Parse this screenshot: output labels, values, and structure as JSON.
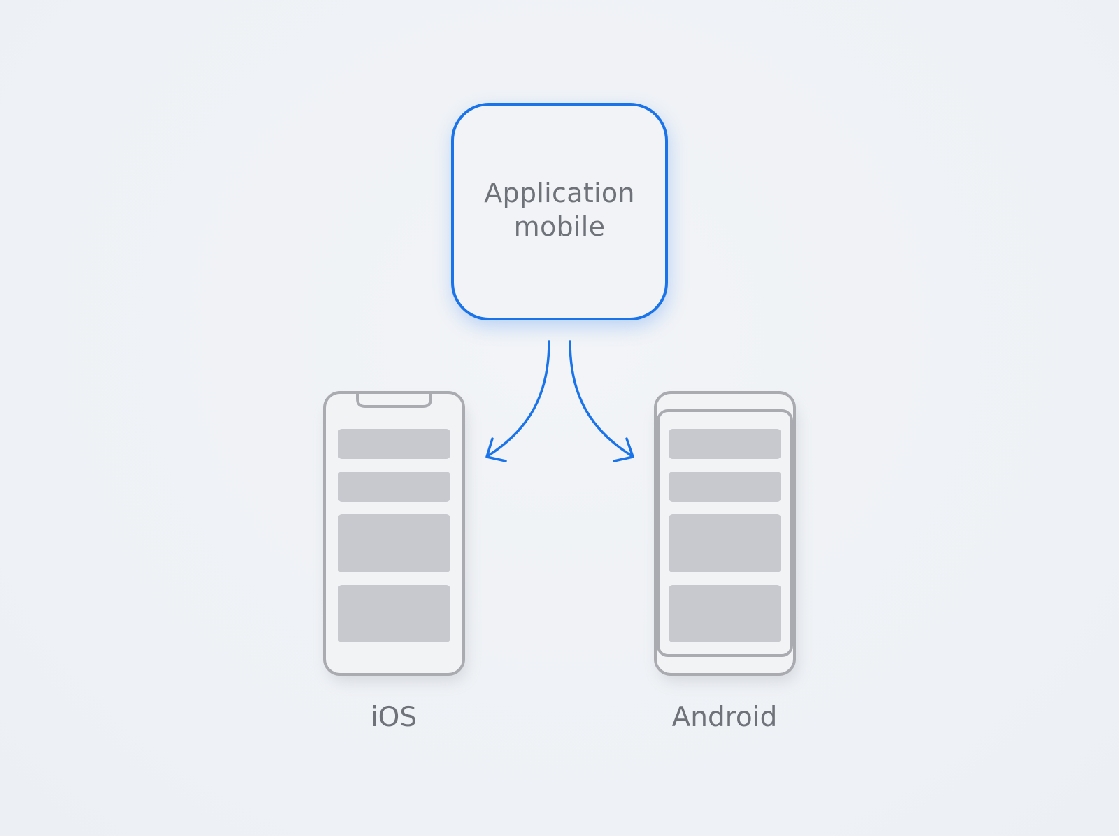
{
  "diagram": {
    "source_node": {
      "label_line1": "Application",
      "label_line2": "mobile",
      "icon": "rounded-square"
    },
    "targets": [
      {
        "label": "iOS",
        "icon": "iphone-icon"
      },
      {
        "label": "Android",
        "icon": "android-phone-icon"
      }
    ],
    "edges": [
      {
        "from": "Application mobile",
        "to": "iOS",
        "style": "curved-arrow"
      },
      {
        "from": "Application mobile",
        "to": "Android",
        "style": "curved-arrow"
      }
    ]
  },
  "colors": {
    "background": "#eff2f6",
    "accent": "#1a73e8",
    "device_outline": "#a9abb1",
    "device_block": "#c8c9ce",
    "text": "#6f7279"
  }
}
